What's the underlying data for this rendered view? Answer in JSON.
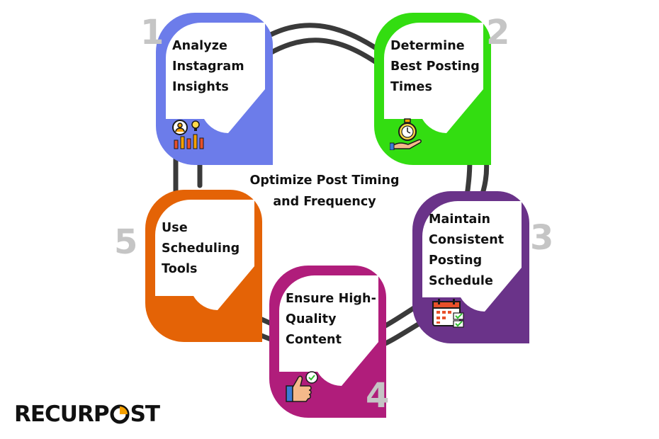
{
  "diagram": {
    "title_line1": "Optimize Post Timing",
    "title_line2": "and Frequency",
    "steps": [
      {
        "number": "1",
        "lines": [
          "Analyze",
          "Instagram",
          "Insights"
        ],
        "color": "#6c7cea",
        "icon": "analytics-insights-icon"
      },
      {
        "number": "2",
        "lines": [
          "Determine",
          "Best Posting",
          "Times"
        ],
        "color": "#33dd11",
        "icon": "stopwatch-hand-icon"
      },
      {
        "number": "3",
        "lines": [
          "Maintain",
          "Consistent",
          "Posting",
          "Schedule"
        ],
        "color": "#6a3389",
        "icon": "calendar-check-icon"
      },
      {
        "number": "4",
        "lines": [
          "Ensure High-",
          "Quality",
          "Content"
        ],
        "color": "#b01d7b",
        "icon": "thumbs-up-check-icon"
      },
      {
        "number": "5",
        "lines": [
          "Use",
          "Scheduling",
          "Tools"
        ],
        "color": "#e46306",
        "icon": ""
      }
    ],
    "connector_color": "#3a3a3a",
    "number_color": "#c5c5c5"
  },
  "brand": {
    "part1": "RECURP",
    "part2": "ST",
    "accent_color": "#f6a100"
  }
}
